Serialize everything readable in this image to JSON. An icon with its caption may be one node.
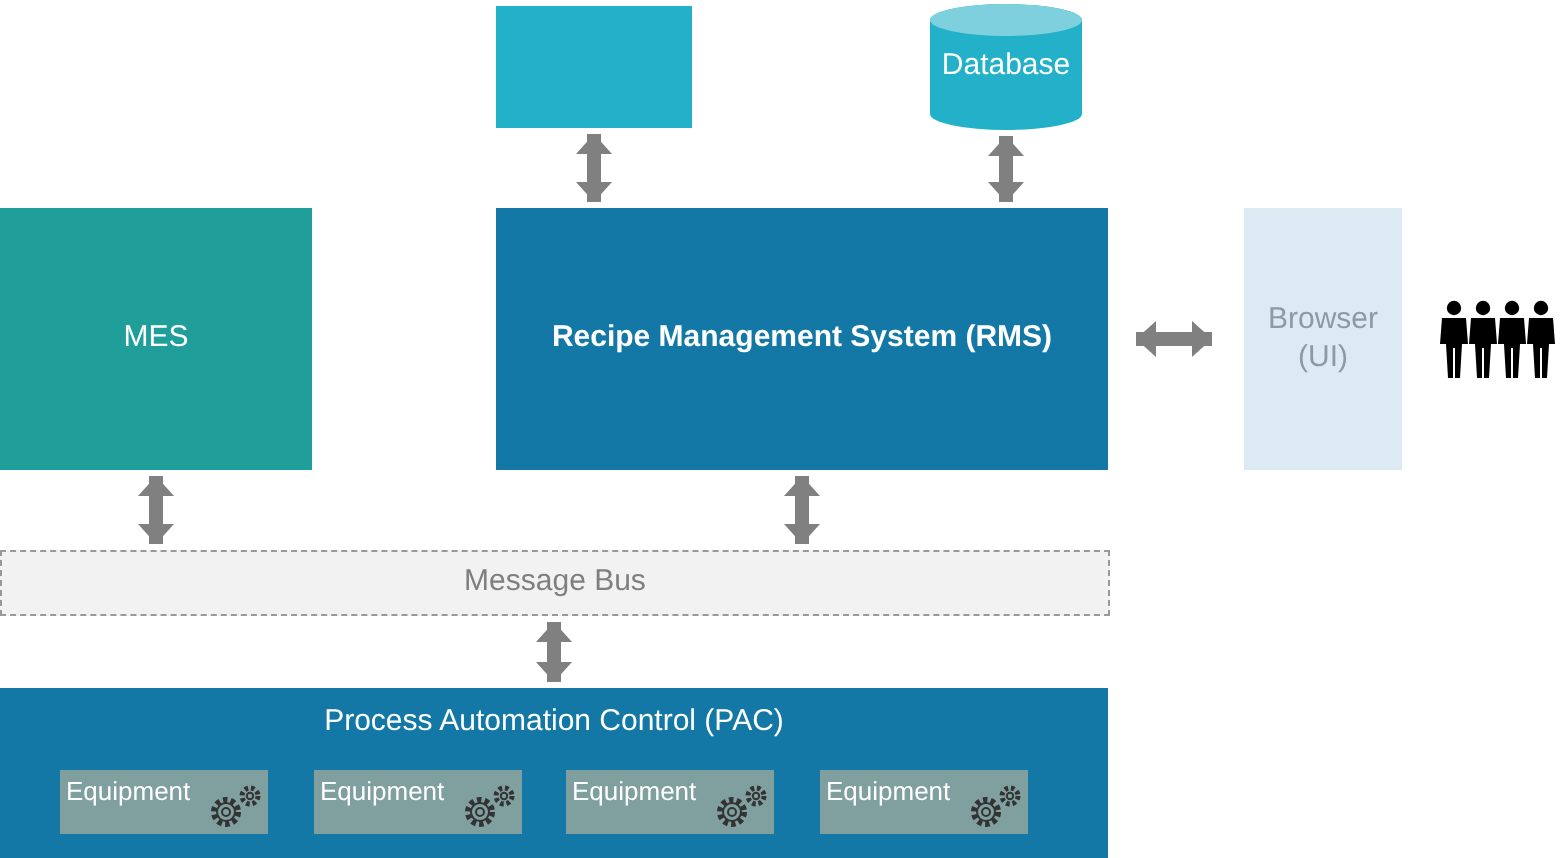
{
  "diagram": {
    "nodes": [
      {
        "text": [],
        "shape": "box"
      },
      {
        "text": [
          "Database"
        ]
      },
      {
        "text": [
          "MES"
        ]
      },
      {
        "text": [
          "Recipe Management System (RMS)"
        ]
      },
      {
        "text": [
          "Browser (UI)"
        ]
      },
      {
        "text": [
          "Message Bus"
        ]
      },
      {
        "text": [
          "Process Automation Control (PAC)"
        ]
      },
      {
        "text": [
          "Equipment"
        ],
        "in": 6
      },
      {
        "text": [
          "Equipment"
        ],
        "in": 6
      },
      {
        "text": [
          "Equipment"
        ],
        "in": 6
      },
      {
        "text": [
          "Equipment"
        ],
        "in": 6
      }
    ],
    "edges": [
      {
        "from": 0,
        "to": 3,
        "arrow": "both"
      },
      {
        "from": 1,
        "to": 3,
        "arrow": "both"
      },
      {
        "from": 3,
        "to": 4,
        "arrow": "both"
      },
      {
        "from": 2,
        "to": 5,
        "arrow": "both"
      },
      {
        "from": 3,
        "to": 5,
        "arrow": "both"
      },
      {
        "from": 5,
        "to": 6,
        "arrow": "both"
      }
    ]
  }
}
